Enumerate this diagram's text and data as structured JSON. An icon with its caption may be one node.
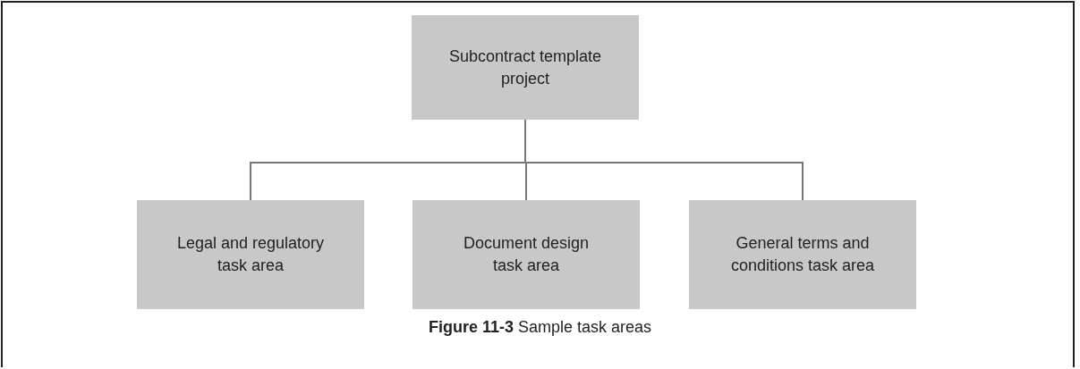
{
  "diagram": {
    "caption": "**Figure 11-3** Sample task areas",
    "nodes": [
      {
        "text": [
          "Subcontract template project"
        ]
      },
      {
        "text": [
          "Legal and regulatory task area"
        ]
      },
      {
        "text": [
          "Document design task area"
        ]
      },
      {
        "text": [
          "General terms and conditions task area"
        ]
      }
    ],
    "edges": [
      {
        "from": 0,
        "to": 1,
        "arrow": "none"
      },
      {
        "from": 0,
        "to": 2,
        "arrow": "none"
      },
      {
        "from": 0,
        "to": 3,
        "arrow": "none"
      }
    ]
  }
}
